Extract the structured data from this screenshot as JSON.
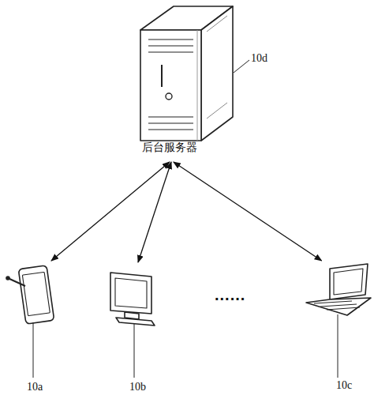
{
  "diagram": {
    "nodes": [
      {
        "text": [
          "后台服务器",
          "10d"
        ]
      },
      {
        "text": [
          "10a"
        ]
      },
      {
        "text": [
          "10b"
        ]
      },
      {
        "text": [
          "10c"
        ]
      }
    ],
    "edges": [
      {
        "from": 0,
        "to": 1,
        "arrow": "both"
      },
      {
        "from": 0,
        "to": 2,
        "arrow": "both"
      },
      {
        "from": 0,
        "to": 3,
        "arrow": "both"
      }
    ],
    "labels": [
      "......"
    ]
  }
}
